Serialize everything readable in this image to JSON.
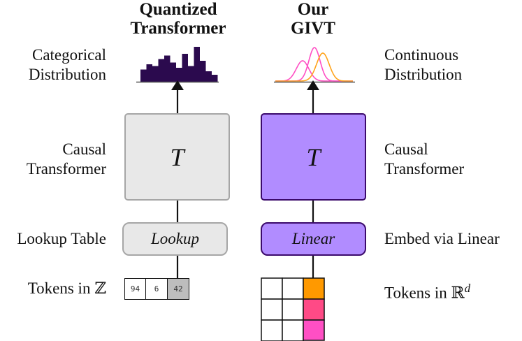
{
  "left_column": {
    "title_line1": "Quantized",
    "title_line2": "Transformer",
    "box_label": "T",
    "lookup_label": "Lookup",
    "tokens": [
      "94",
      "6",
      "42"
    ]
  },
  "right_column": {
    "title_line1": "Our",
    "title_line2": "GIVT",
    "box_label": "T",
    "linear_label": "Linear"
  },
  "left_labels": {
    "dist_line1": "Categorical",
    "dist_line2": "Distribution",
    "causal_line1": "Causal",
    "causal_line2": "Transformer",
    "lookup_table": "Lookup Table",
    "tokens_prefix": "Tokens in ",
    "tokens_symbol": "ℤ"
  },
  "right_labels": {
    "dist_line1": "Continuous",
    "dist_line2": "Distribution",
    "causal_line1": "Causal",
    "causal_line2": "Transformer",
    "embed": "Embed via Linear",
    "tokens_prefix": "Tokens in ",
    "tokens_symbol": "ℝ",
    "tokens_exponent": "d"
  },
  "colors": {
    "gray_box_fill": "#e8e8e8",
    "gray_box_stroke": "#a6a6a6",
    "purple_fill": "#b18cff",
    "purple_stroke": "#3b0a6b",
    "bar_color": "#2b0a4e",
    "curve_pink": "#ff4fc4",
    "curve_orange": "#ffa31a",
    "token_orange": "#ff9900",
    "token_pink": "#ff4a86",
    "token_magenta": "#ff4fc4",
    "token_gray": "#bdbdbd"
  },
  "histogram_values": [
    0.35,
    0.5,
    0.45,
    0.65,
    0.75,
    0.55,
    0.4,
    0.8,
    0.45,
    1.0,
    0.6,
    0.3,
    0.2
  ]
}
